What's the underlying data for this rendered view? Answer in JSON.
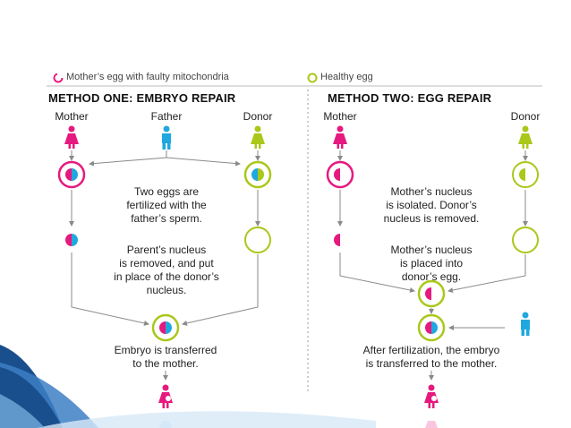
{
  "colors": {
    "mother": "#e6197f",
    "father": "#1fa8df",
    "donor": "#a9c81a",
    "line": "#8a8a8a",
    "deco_dark": "#1a4f8e",
    "deco_light": "#7fb8e6"
  },
  "legend": {
    "faulty_icon": "crescent-ring-icon",
    "faulty_label": "Mother’s egg with faulty mitochondria",
    "healthy_icon": "ring-icon",
    "healthy_label": "Healthy egg"
  },
  "method_one": {
    "title": "METHOD ONE: EMBRYO REPAIR",
    "people": {
      "mother": "Mother",
      "father": "Father",
      "donor": "Donor"
    },
    "step1": [
      "Two eggs are",
      "fertilized with the",
      "father’s sperm."
    ],
    "step2": [
      "Parent’s nucleus",
      "is removed, and put",
      "in place of the donor’s",
      "nucleus."
    ],
    "step3": [
      "Embryo is transferred",
      "to the mother."
    ]
  },
  "method_two": {
    "title": "METHOD TWO: EGG REPAIR",
    "people": {
      "mother": "Mother",
      "donor": "Donor"
    },
    "step1": [
      "Mother’s nucleus",
      "is isolated. Donor’s",
      "nucleus is removed."
    ],
    "step2": [
      "Mother’s nucleus",
      "is placed into",
      "donor’s egg."
    ],
    "step3": [
      "After fertilization, the embryo",
      "is transferred to the mother."
    ]
  }
}
